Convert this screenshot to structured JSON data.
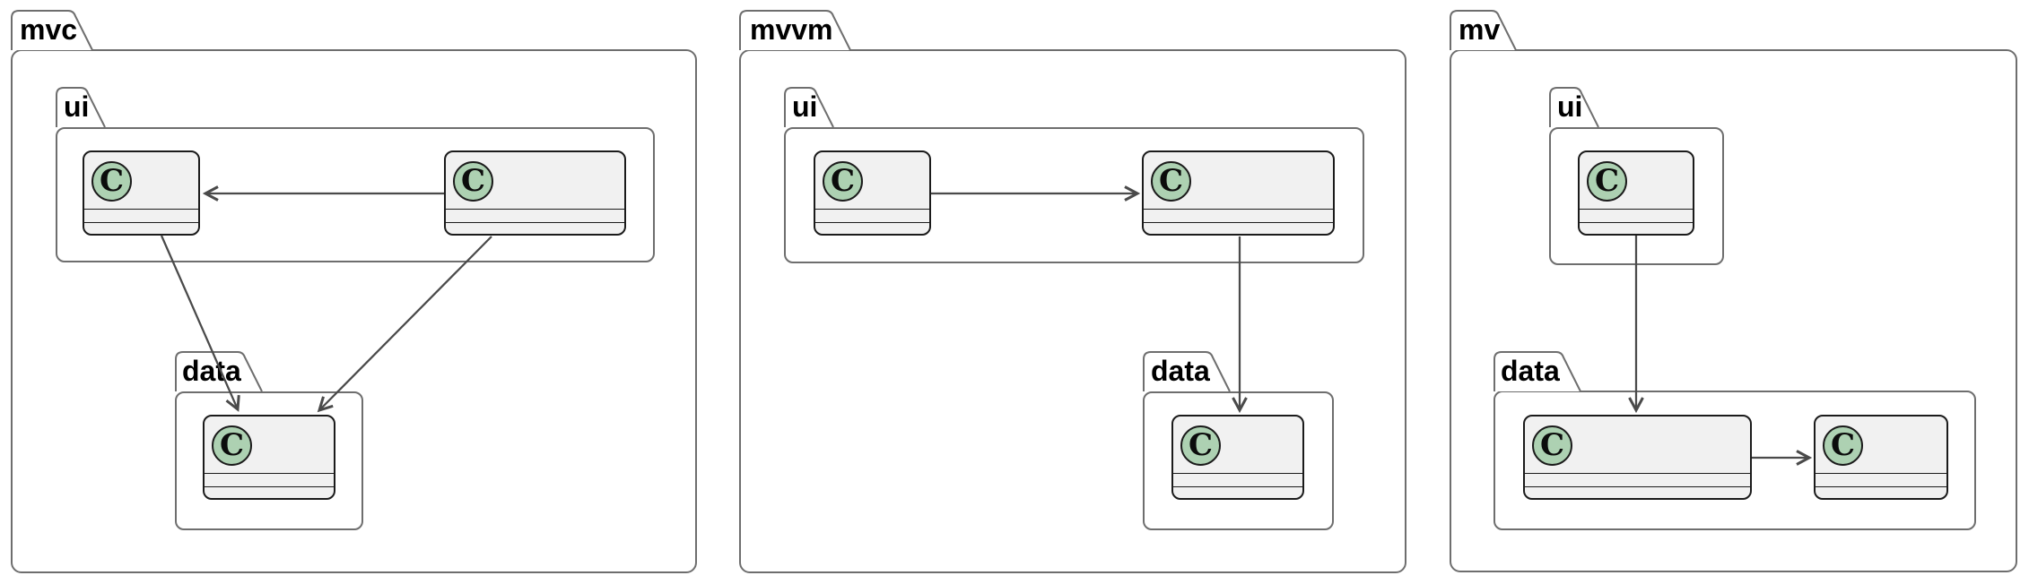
{
  "labels": {
    "pkg_mvc": "mvc",
    "pkg_mvvm": "mvvm",
    "pkg_mv": "mv",
    "sub_ui": "ui",
    "sub_data": "data",
    "class_letter": "C"
  },
  "diagram": {
    "type": "uml-package-diagram",
    "packages": [
      {
        "name": "mvc",
        "sub_packages": [
          {
            "name": "ui",
            "class_count": 2
          },
          {
            "name": "data",
            "class_count": 1
          }
        ],
        "relations": [
          "ui.right-class -> ui.left-class",
          "ui.left-class -> data.class",
          "ui.right-class -> data.class"
        ]
      },
      {
        "name": "mvvm",
        "sub_packages": [
          {
            "name": "ui",
            "class_count": 2
          },
          {
            "name": "data",
            "class_count": 1
          }
        ],
        "relations": [
          "ui.left-class -> ui.right-class",
          "ui.right-class -> data.class"
        ]
      },
      {
        "name": "mv",
        "sub_packages": [
          {
            "name": "ui",
            "class_count": 1
          },
          {
            "name": "data",
            "class_count": 2
          }
        ],
        "relations": [
          "ui.class -> data.left-class",
          "data.left-class -> data.right-class"
        ]
      }
    ],
    "class_stereotype_icon": "C (class)",
    "class_compartments_per_box": 3
  },
  "colors": {
    "background": "#ffffff",
    "package_border": "#6e6e6e",
    "class_border": "#1b1b1b",
    "class_fill": "#f1f1f1",
    "circle_fill": "#add1b2",
    "arrow": "#4a4a4a"
  }
}
